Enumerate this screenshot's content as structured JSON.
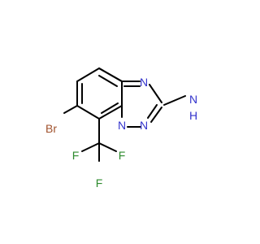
{
  "molecule": {
    "atoms": {
      "n_top": "N",
      "n_bridge": "N",
      "n_bottom": "N",
      "nh2_n": "N",
      "nh2_h": "H",
      "br": "Br",
      "f_left": "F",
      "f_right": "F",
      "f_bottom": "F"
    },
    "colors": {
      "carbon": "#000000",
      "nitrogen": "#3333cc",
      "bromine": "#a0522d",
      "fluorine": "#2e8b2e"
    }
  }
}
